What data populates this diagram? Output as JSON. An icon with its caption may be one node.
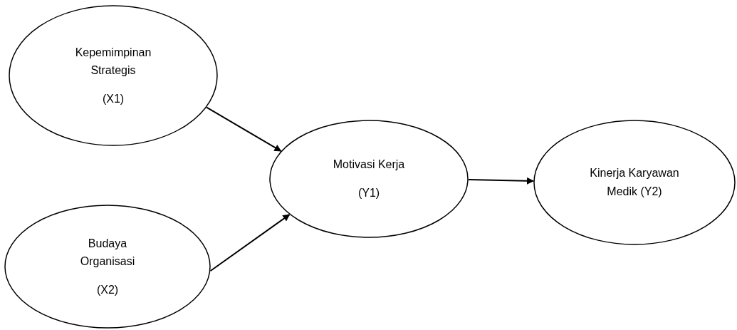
{
  "diagram": {
    "nodes": [
      {
        "text": [
          "Kepemimpinan Strategis",
          "(X1)"
        ]
      },
      {
        "text": [
          "Budaya Organisasi",
          "(X2)"
        ]
      },
      {
        "text": [
          "Motivasi Kerja",
          "(Y1)"
        ]
      },
      {
        "text": [
          "Kinerja Karyawan Medik (Y2)"
        ]
      }
    ],
    "edges": [
      {
        "from": 0,
        "to": 2,
        "arrow": "to"
      },
      {
        "from": 1,
        "to": 2,
        "arrow": "to"
      },
      {
        "from": 2,
        "to": 3,
        "arrow": "to"
      }
    ]
  }
}
